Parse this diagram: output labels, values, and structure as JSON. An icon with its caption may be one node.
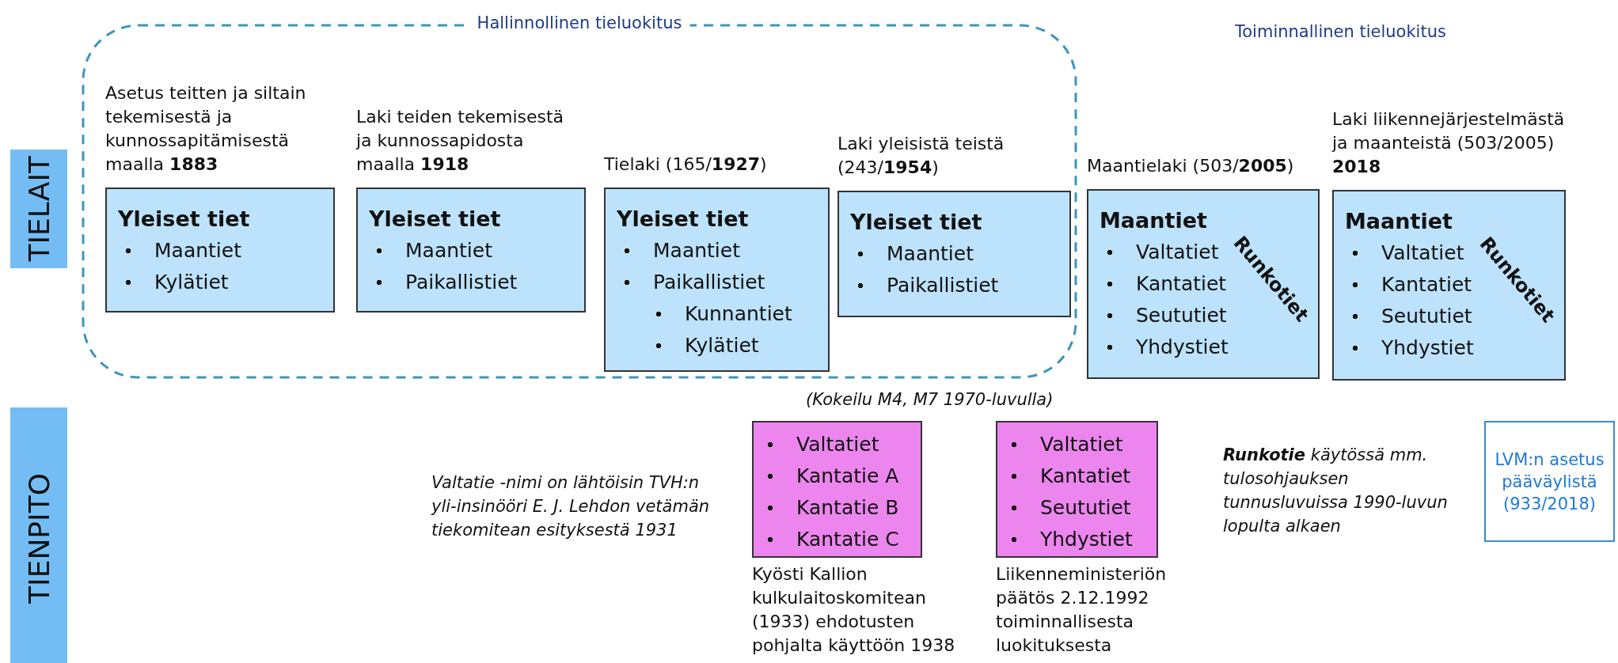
{
  "diagram": {
    "nodes": [
      {
        "text": [
          "Hallinnollinen tieluokitus"
        ]
      },
      {
        "text": [
          "TIELAIT"
        ]
      },
      {
        "text": [
          "TIENPITO"
        ]
      },
      {
        "text": [
          "Yleiset tiet",
          "Maantiet",
          "Kylätiet"
        ],
        "in": 0,
        "beside": [
          "Asetus teitten ja siltain tekemisestä ja kunnossapitämisestä maalla **1883**"
        ]
      },
      {
        "text": [
          "Yleiset tiet",
          "Maantiet",
          "Paikallistiet"
        ],
        "in": 0,
        "beside": [
          "Laki teiden tekemisestä ja kunnossapidosta maalla **1918**"
        ]
      },
      {
        "text": [
          "Yleiset tiet",
          "Maantiet",
          "Paikallistiet",
          "Kunnantiet",
          "Kylätiet"
        ],
        "in": 0,
        "beside": [
          "Tielaki (165/**1927**)"
        ]
      },
      {
        "text": [
          "Yleiset tiet",
          "Maantiet",
          "Paikallistiet"
        ],
        "in": 0,
        "beside": [
          "Laki yleisistä teistä (243/**1954**)"
        ]
      },
      {
        "text": [
          "Maantiet",
          "Valtatiet",
          "Kantatiet",
          "Seututiet",
          "Yhdystiet",
          "Runkotiet"
        ],
        "beside": [
          "Maantielaki (503/**2005**)"
        ]
      },
      {
        "text": [
          "Maantiet",
          "Valtatiet",
          "Kantatiet",
          "Seututiet",
          "Yhdystiet",
          "Runkotiet"
        ],
        "beside": [
          "Laki liikennejärjestelmästä ja maanteistä (503/2005) **2018**"
        ]
      },
      {
        "text": [
          "Valtatiet",
          "Kantatie A",
          "Kantatie B",
          "Kantatie C"
        ],
        "beside": [
          "Kyösti Kallion kulkulaitoskomitean (1933) ehdotusten pohjalta käyttöön 1938"
        ]
      },
      {
        "text": [
          "Valtatiet",
          "Kantatiet",
          "Seututiet",
          "Yhdystiet"
        ],
        "beside": [
          "Liikenneministeriön päätös 2.12.1992 toiminnallisesta luokituksesta"
        ]
      },
      {
        "text": [
          "LVM:n asetus pääväylistä (933/2018)"
        ]
      }
    ],
    "labels": [
      "Toiminnallinen tieluokitus",
      "(Kokeilu M4, M7 1970-luvulla)",
      "Valtatie -nimi on lähtöisin TVH:n yli-insinööri E. J. Lehdon vetämän tiekomitean esityksestä 1931",
      "**Runkotie** käytössä mm. tulosohjauksen tunnusluvuissa 1990-luvun lopulta alkaen"
    ]
  }
}
